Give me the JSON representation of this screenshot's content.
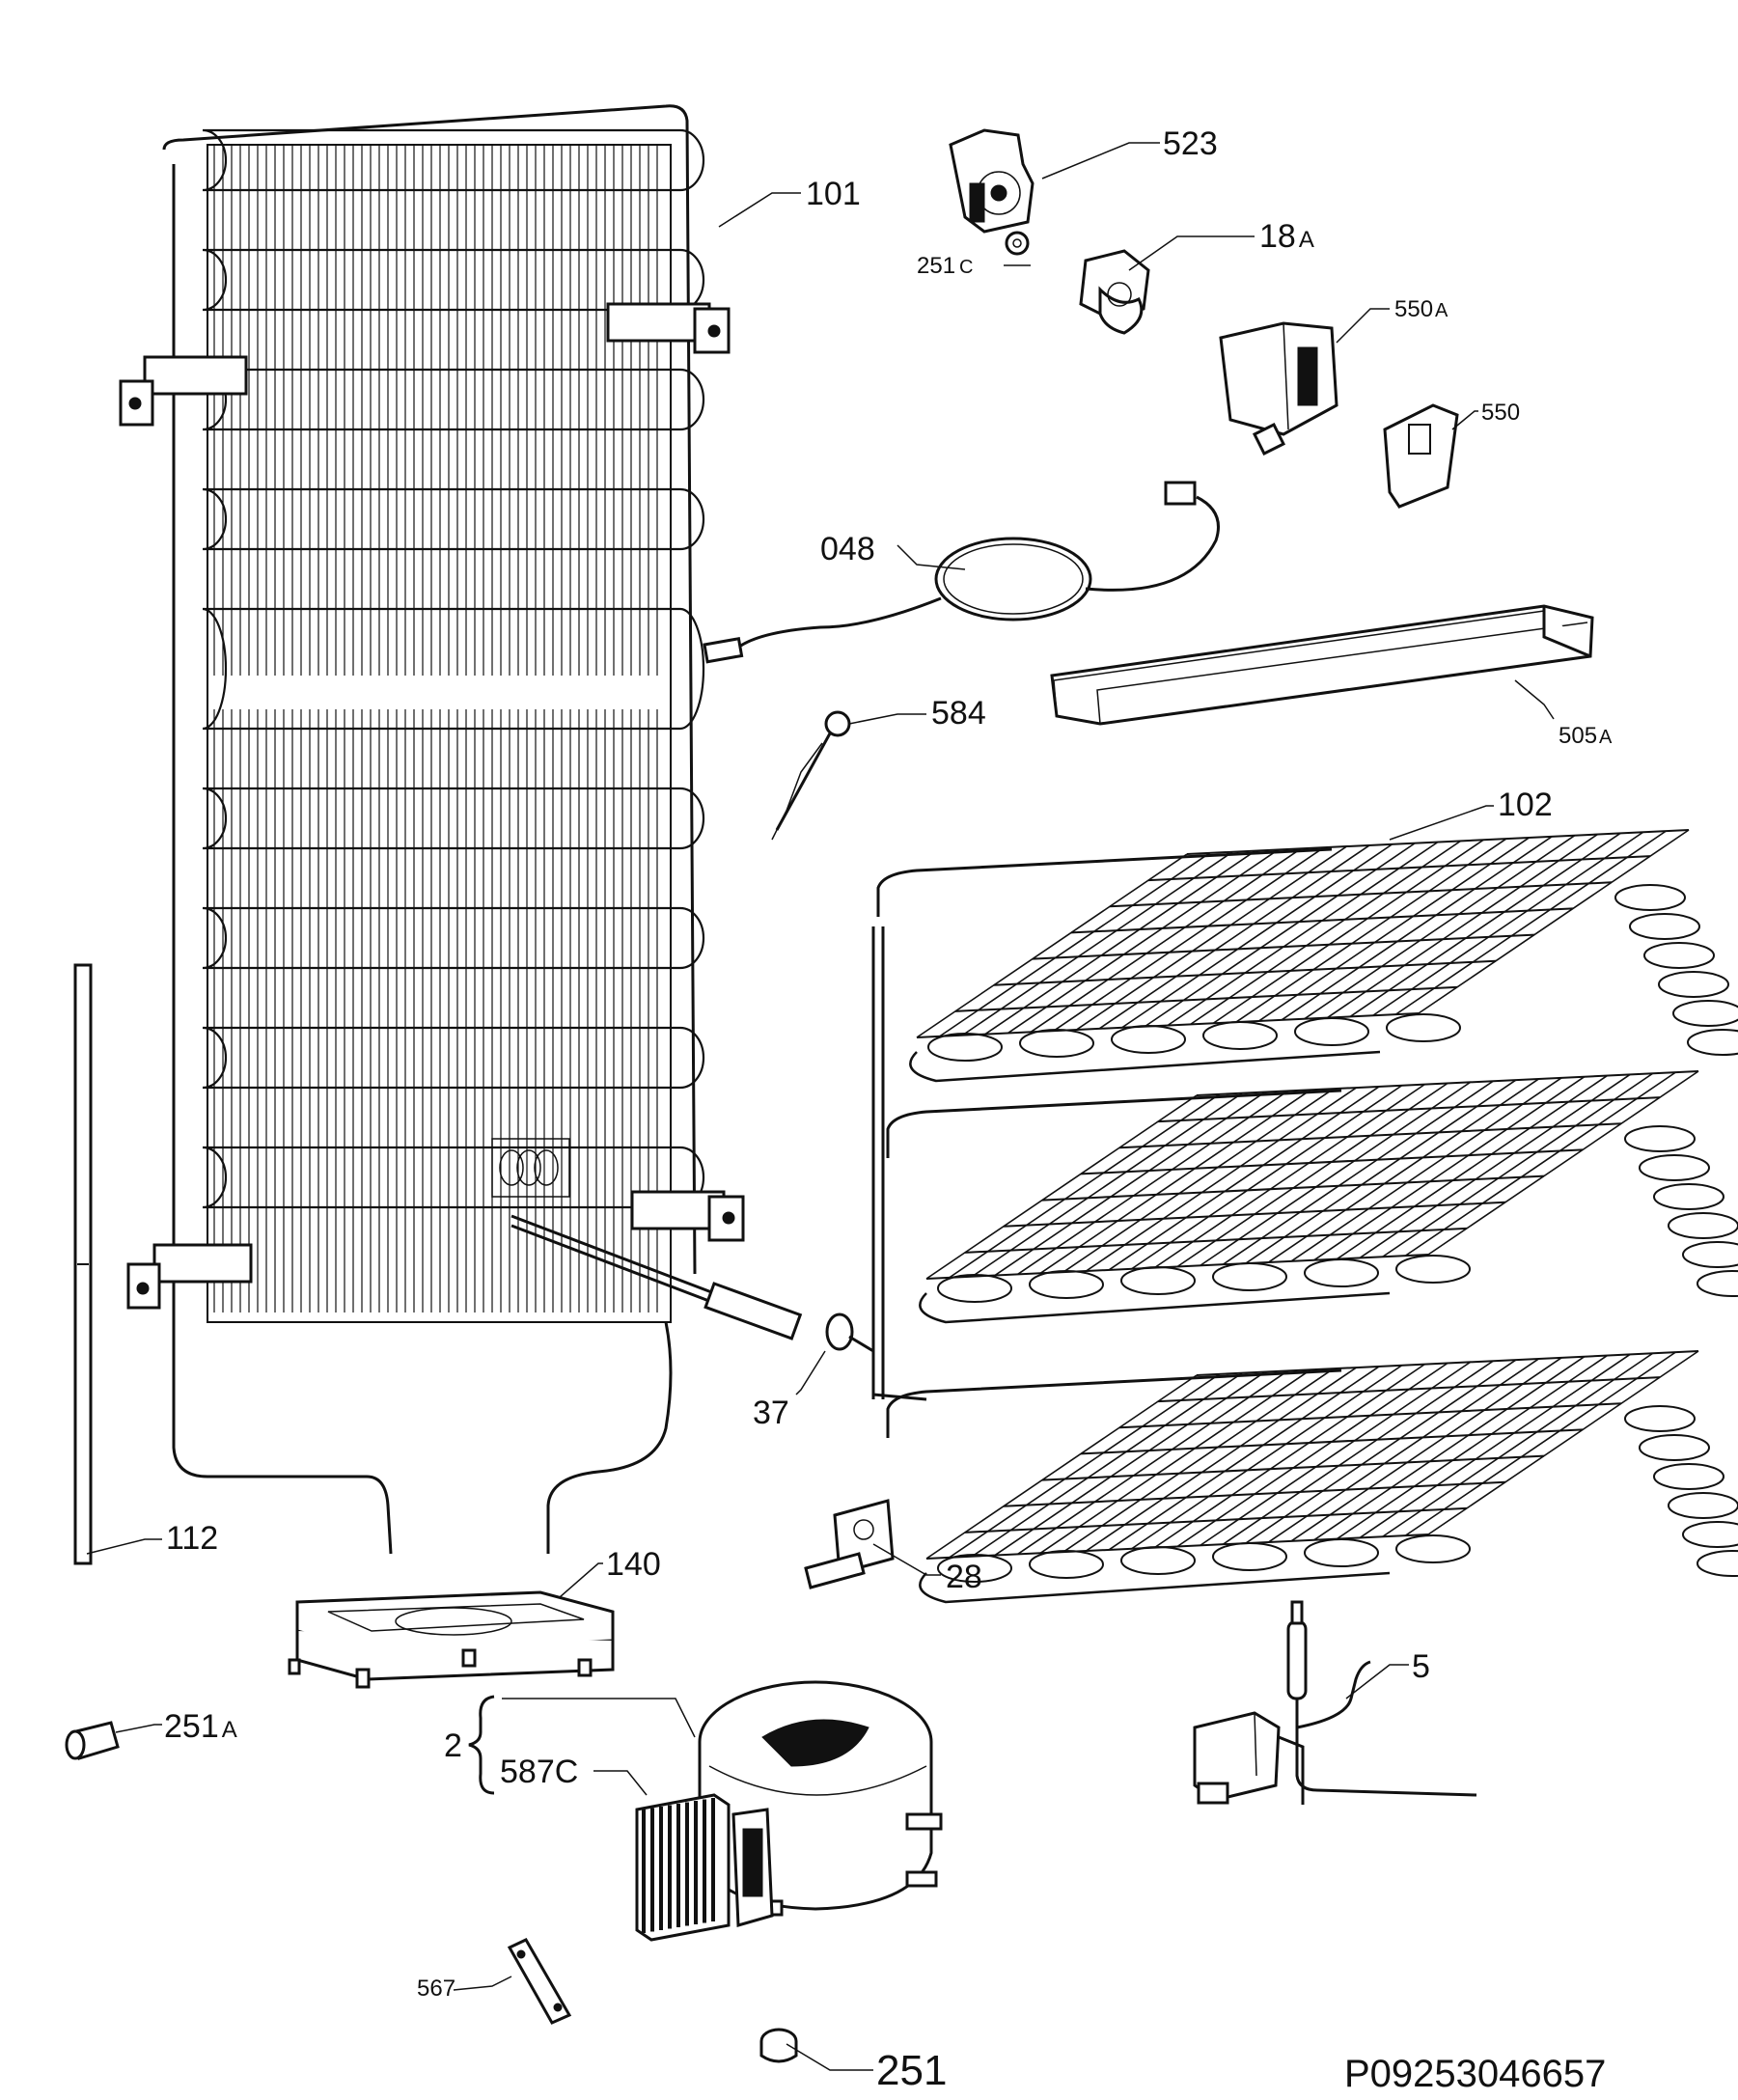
{
  "diagram": {
    "labels": {
      "l523": "523",
      "l101": "101",
      "l18a": "18",
      "l18a_sub": "A",
      "l251c": "251",
      "l251c_sub": "C",
      "l550a": "550",
      "l550a_sub": "A",
      "l550": "550",
      "l048": "048",
      "l584": "584",
      "l505a": "505",
      "l505a_sub": "A",
      "l102": "102",
      "l37": "37",
      "l112": "112",
      "l140": "140",
      "l28": "28",
      "l251a": "251",
      "l251a_sub": "A",
      "l2": "2",
      "l587c": "587C",
      "l5": "5",
      "l567": "567",
      "l251": "251"
    },
    "code": "P09253046657"
  }
}
